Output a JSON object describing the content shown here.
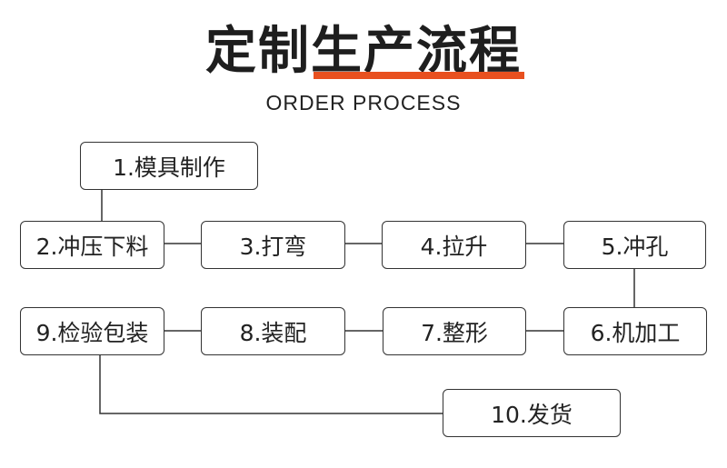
{
  "title": "定制生产流程",
  "subtitle": "ORDER PROCESS",
  "colors": {
    "accent": "#e8501f",
    "border": "#333333",
    "text": "#222222"
  },
  "steps": [
    "1.模具制作",
    "2.冲压下料",
    "3.打弯",
    "4.拉升",
    "5.冲孔",
    "6.机加工",
    "7.整形",
    "8.装配",
    "9.检验包装",
    "10.发货"
  ]
}
